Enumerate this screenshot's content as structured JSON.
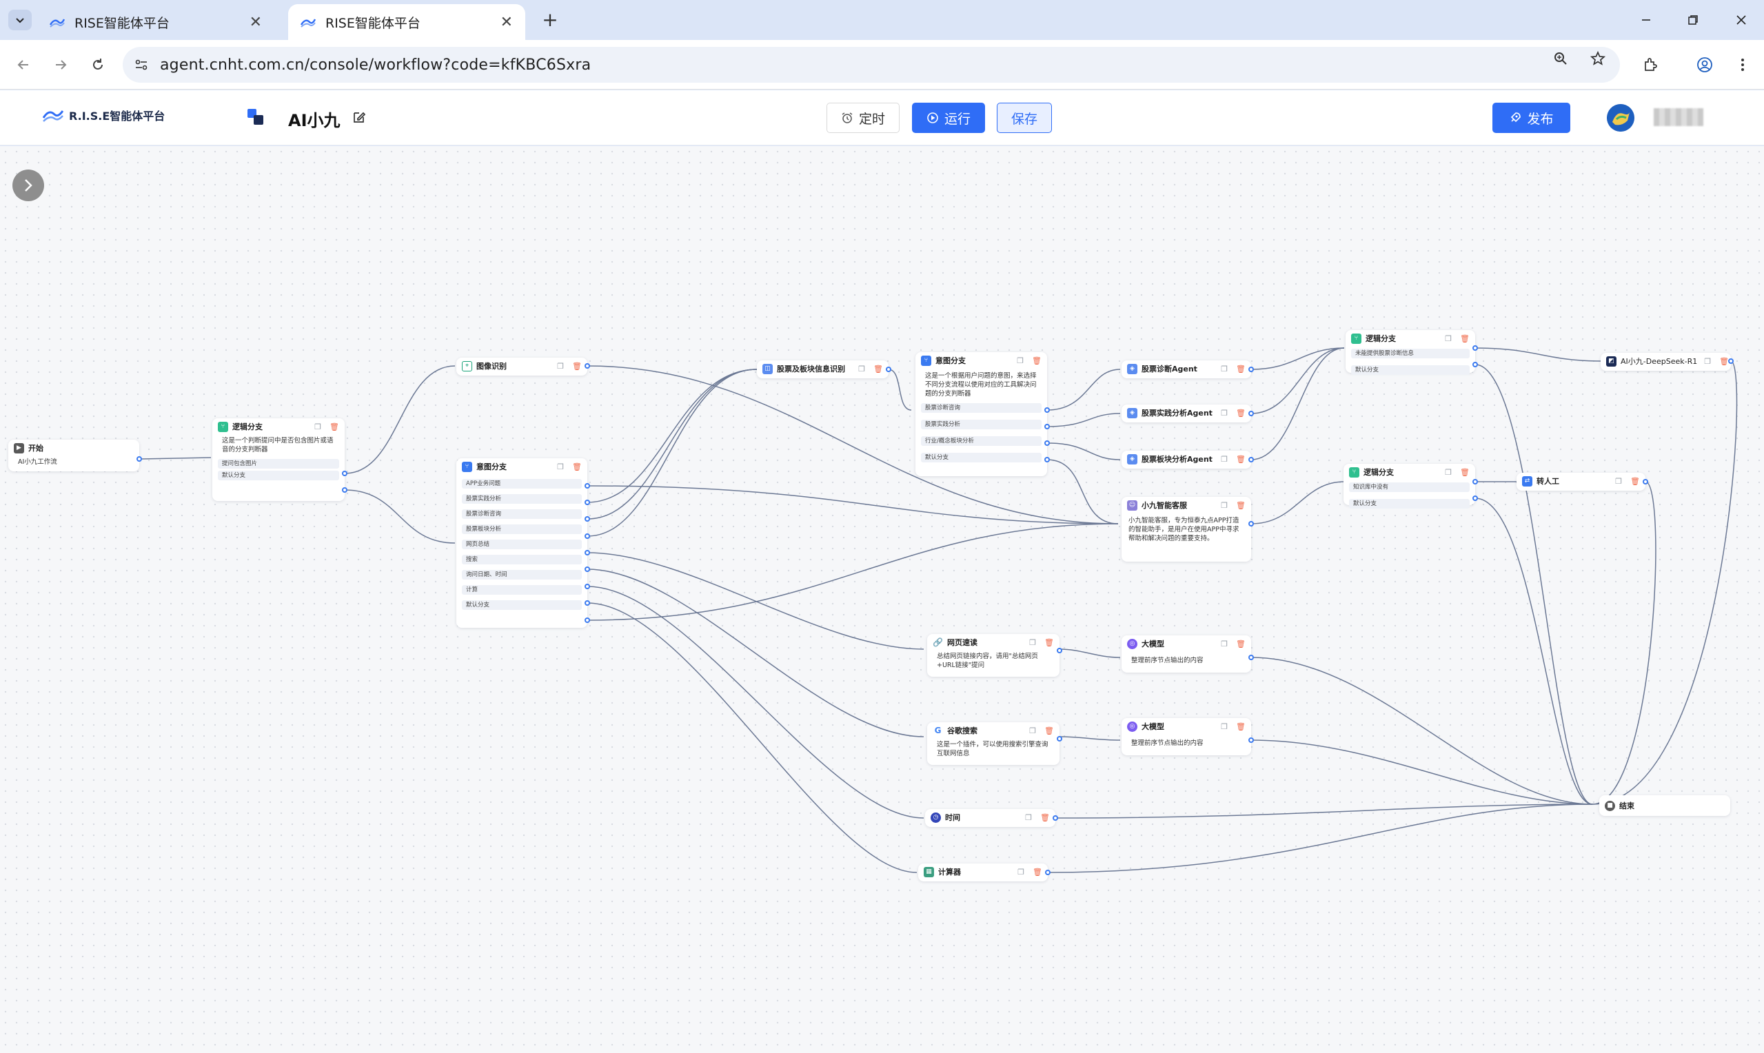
{
  "browser": {
    "tabs": [
      {
        "title": "RISE智能体平台",
        "active": false
      },
      {
        "title": "RISE智能体平台",
        "active": true
      }
    ],
    "url": "agent.cnht.com.cn/console/workflow?code=kfKBC6Sxra"
  },
  "header": {
    "logo_text": "R.I.S.E智能体平台",
    "workflow_name": "AI小九",
    "timer_label": "定时",
    "run_label": "运行",
    "save_label": "保存",
    "publish_label": "发布"
  },
  "colors": {
    "accent": "#2f6df6",
    "edge": "#6b7894",
    "port": "#3a7af0",
    "delete": "#f06a4a"
  },
  "nodes": {
    "start": {
      "title": "开始",
      "desc": "AI小九工作流"
    },
    "logic1": {
      "title": "逻辑分支",
      "desc": "这是一个判断提问中是否包含图片或语音的分支判断器",
      "rows": [
        "提问包含图片",
        "默认分支"
      ]
    },
    "image": {
      "title": "图像识别"
    },
    "intent1": {
      "title": "意图分支",
      "rows": [
        "APP业务问题",
        "股票实践分析",
        "股票诊断咨询",
        "股票板块分析",
        "网页总结",
        "搜索",
        "询问日期、时间",
        "计算",
        "默认分支"
      ]
    },
    "stockinfo": {
      "title": "股票及板块信息识别"
    },
    "intent2": {
      "title": "意图分支",
      "desc": "这是一个根据用户问题的意图，来选择不同分支流程以使用对应的工具解决问题的分支判断器",
      "rows": [
        "股票诊断咨询",
        "股票实践分析",
        "行业/概念板块分析",
        "默认分支"
      ]
    },
    "agent1": {
      "title": "股票诊断Agent"
    },
    "agent2": {
      "title": "股票实践分析Agent"
    },
    "agent3": {
      "title": "股票板块分析Agent"
    },
    "service": {
      "title": "小九智能客服",
      "desc": "小九智能客服，专为恒泰九点APP打造的智能助手，是用户在使用APP中寻求帮助和解决问题的重要支持。"
    },
    "logic2": {
      "title": "逻辑分支",
      "rows": [
        "未能提供股票诊断信息",
        "默认分支"
      ]
    },
    "deepseek": {
      "title": "AI小九-DeepSeek-R1"
    },
    "logic3": {
      "title": "逻辑分支",
      "rows": [
        "知识库中没有",
        "默认分支"
      ]
    },
    "human": {
      "title": "转人工"
    },
    "webread": {
      "title": "网页速读",
      "desc": "总结网页链接内容，请用\"总结网页+URL链接\"提问"
    },
    "llm1": {
      "title": "大模型",
      "desc": "整理前序节点输出的内容"
    },
    "google": {
      "title": "谷歌搜索",
      "desc": "这是一个插件，可以使用搜索引擎查询互联网信息"
    },
    "llm2": {
      "title": "大模型",
      "desc": "整理前序节点输出的内容"
    },
    "time": {
      "title": "时间"
    },
    "calc": {
      "title": "计算器"
    },
    "end": {
      "title": "结束"
    }
  }
}
